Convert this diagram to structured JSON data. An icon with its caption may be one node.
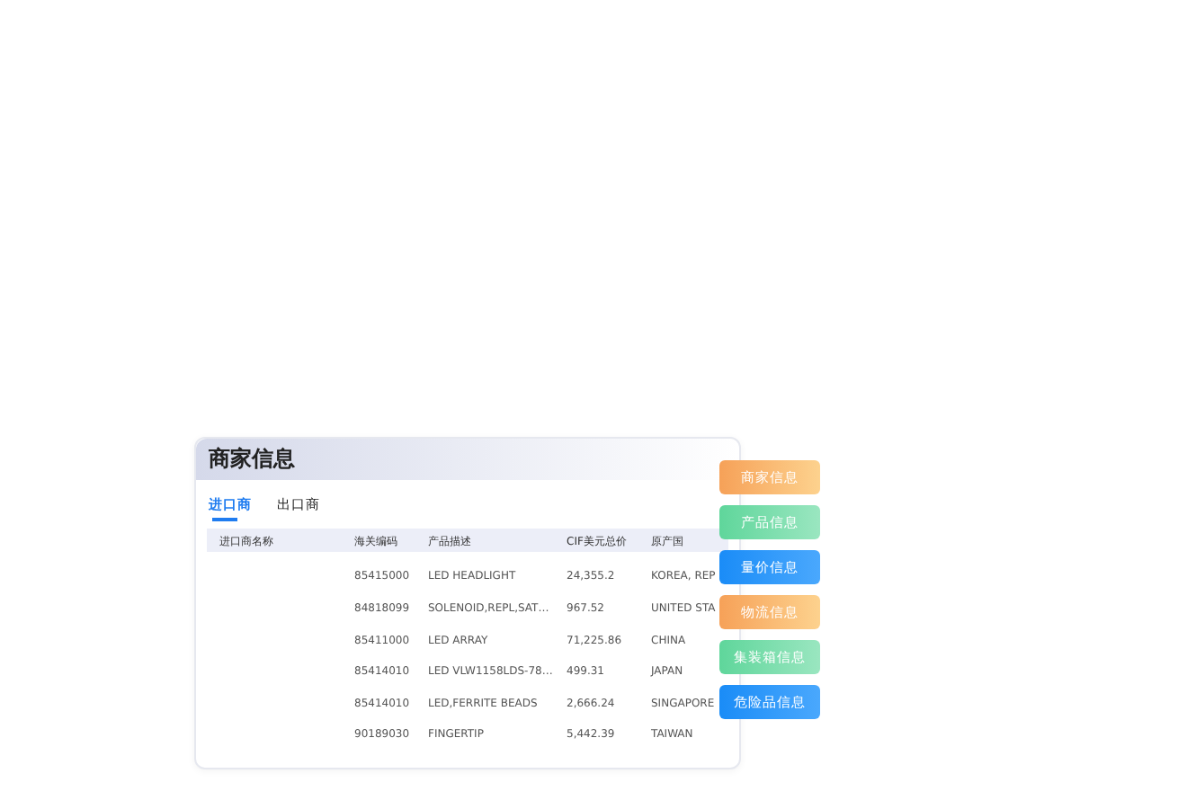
{
  "diagram": {
    "nodes": [
      {
        "text": [
          "商家信息"
        ]
      },
      {
        "text": [
          "商家信息"
        ]
      },
      {
        "text": [
          "产品信息"
        ]
      },
      {
        "text": [
          "量价信息"
        ]
      },
      {
        "text": [
          "物流信息"
        ]
      },
      {
        "text": [
          "集装箱信息"
        ]
      },
      {
        "text": [
          "危险品信息"
        ]
      }
    ],
    "labels": [
      "进口商",
      "出口商",
      "进口商名称",
      "海关编码",
      "产品描述",
      "CIF美元总价",
      "原产国",
      "85415000",
      "LED HEADLIGHT",
      "24,355.2",
      "KOREA, REP",
      "84818099",
      "SOLENOID,REPL,SAT…",
      "967.52",
      "UNITED STA",
      "85411000",
      "LED ARRAY",
      "71,225.86",
      "CHINA",
      "85414010",
      "LED VLW1158LDS-78…",
      "499.31",
      "JAPAN",
      "85414010",
      "LED,FERRITE BEADS",
      "2,666.24",
      "SINGAPORE",
      "90189030",
      "FINGERTIP",
      "5,442.39",
      "TAIWAN"
    ]
  }
}
